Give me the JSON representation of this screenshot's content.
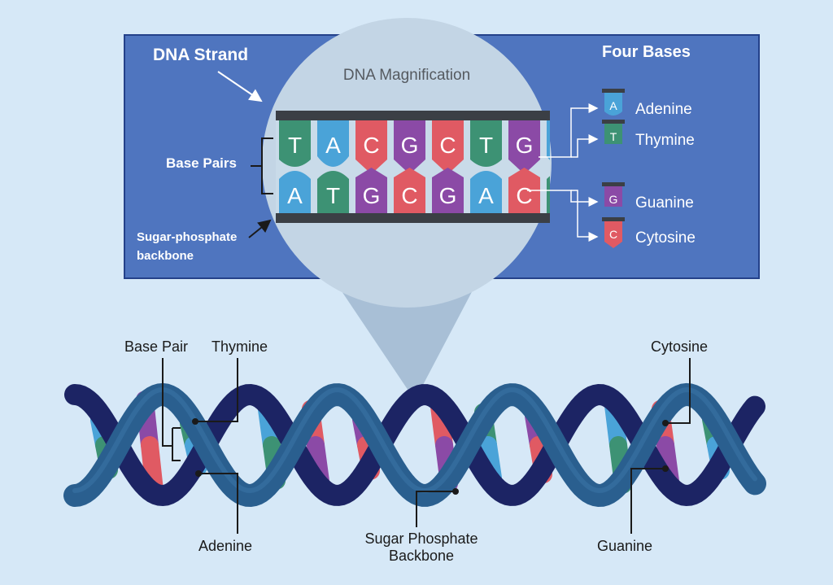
{
  "panel": {
    "dna_strand_label": "DNA Strand",
    "magnification_title": "DNA Magnification",
    "four_bases_title": "Four Bases",
    "base_pairs_label": "Base Pairs",
    "backbone_label_line1": "Sugar-phosphate",
    "backbone_label_line2": "backbone",
    "top_letters": [
      "T",
      "A",
      "C",
      "G",
      "C",
      "T",
      "G",
      "A"
    ],
    "bottom_letters": [
      "A",
      "T",
      "G",
      "C",
      "G",
      "A",
      "C",
      "T"
    ],
    "legend": [
      {
        "letter": "A",
        "name": "Adenine",
        "color": "#4aa3d8"
      },
      {
        "letter": "T",
        "name": "Thymine",
        "color": "#3d9274"
      },
      {
        "letter": "G",
        "name": "Guanine",
        "color": "#8b4aa6"
      },
      {
        "letter": "C",
        "name": "Cytosine",
        "color": "#e05a63"
      }
    ]
  },
  "helix": {
    "base_pair": "Base Pair",
    "thymine": "Thymine",
    "adenine": "Adenine",
    "sugar_phosphate_line1": "Sugar Phosphate",
    "sugar_phosphate_line2": "Backbone",
    "cytosine": "Cytosine",
    "guanine": "Guanine"
  },
  "colors": {
    "background": "#d6e8f7",
    "panel": "#4f75bf",
    "lens": "#c3d5e5",
    "backbone_dark": "#1c2464",
    "backbone_mid": "#2a5f8f",
    "adenine": "#4aa3d8",
    "thymine": "#3d9274",
    "guanine": "#8b4aa6",
    "cytosine": "#e05a63"
  }
}
